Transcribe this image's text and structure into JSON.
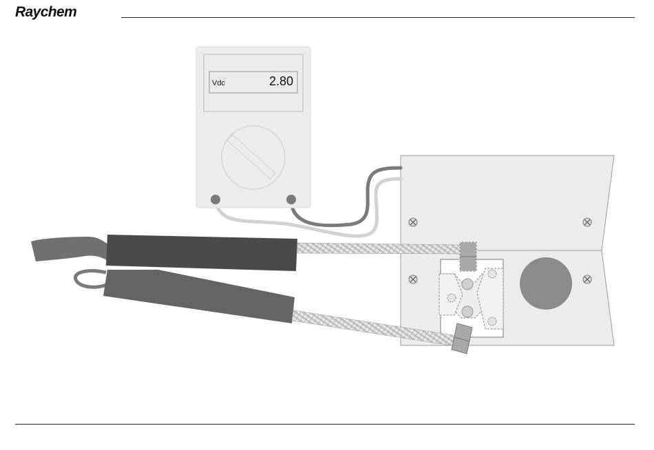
{
  "header": {
    "brand": "Raychem"
  },
  "meter": {
    "unit": "Vdc",
    "reading": "2.80"
  },
  "colors": {
    "meter_body": "#ececec",
    "panel": "#ececec",
    "dark_jacket": "#4b4a4b",
    "mid_jacket": "#646464",
    "lead_dark": "#7a7a7a",
    "lead_light": "#d2d2d2",
    "knockout": "#8b8b8b"
  }
}
